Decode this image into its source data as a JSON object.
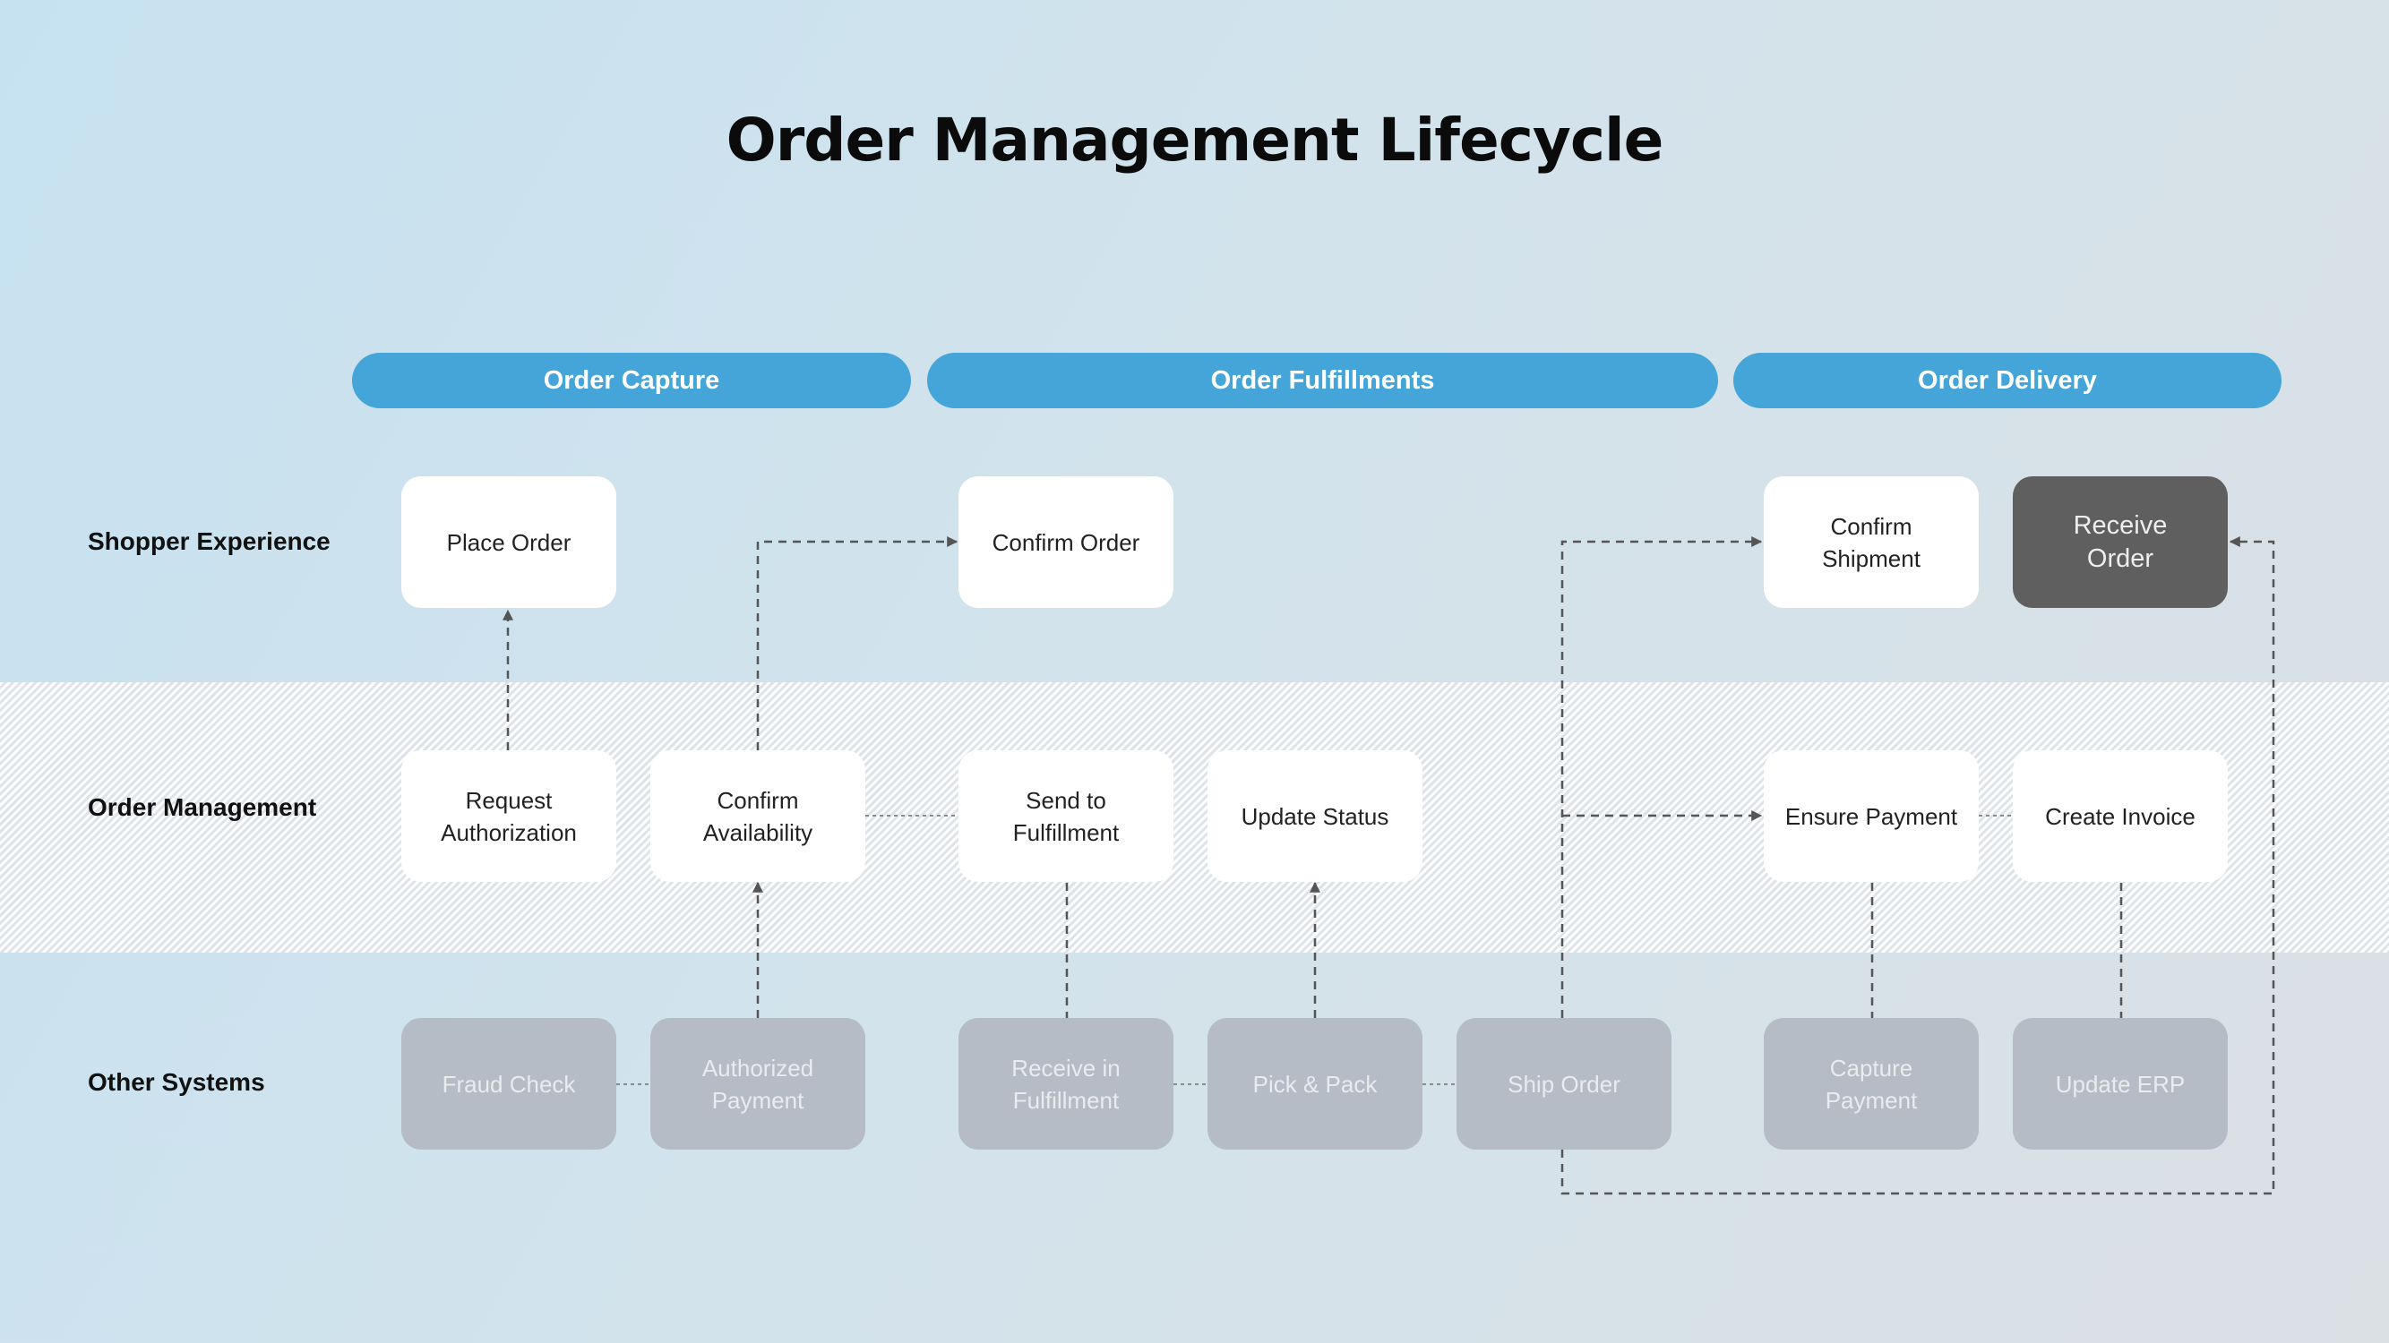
{
  "title": "Order Management Lifecycle",
  "phases": [
    {
      "label": "Order Capture"
    },
    {
      "label": "Order Fulfillments"
    },
    {
      "label": "Order Delivery"
    }
  ],
  "lanes": [
    {
      "label": "Shopper Experience"
    },
    {
      "label": "Order Management"
    },
    {
      "label": "Other Systems"
    }
  ],
  "nodes": {
    "place_order": "Place Order",
    "confirm_order": "Confirm Order",
    "confirm_shipment": "Confirm\nShipment",
    "receive_order": "Receive\nOrder",
    "request_authorization": "Request\nAuthorization",
    "confirm_availability": "Confirm\nAvailability",
    "send_to_fulfillment": "Send to\nFulfillment",
    "update_status": "Update Status",
    "ensure_payment": "Ensure Payment",
    "create_invoice": "Create Invoice",
    "fraud_check": "Fraud Check",
    "authorized_payment": "Authorized\nPayment",
    "receive_in_fulfillment": "Receive in\nFulfillment",
    "pick_pack": "Pick & Pack",
    "ship_order": "Ship Order",
    "capture_payment": "Capture\nPayment",
    "update_erp": "Update ERP"
  },
  "colors": {
    "phase": "#45a5d8",
    "card": "#ffffff",
    "highlight_card": "#5f5f5f",
    "system_card": "#b5bcc5",
    "connector": "#555555"
  }
}
